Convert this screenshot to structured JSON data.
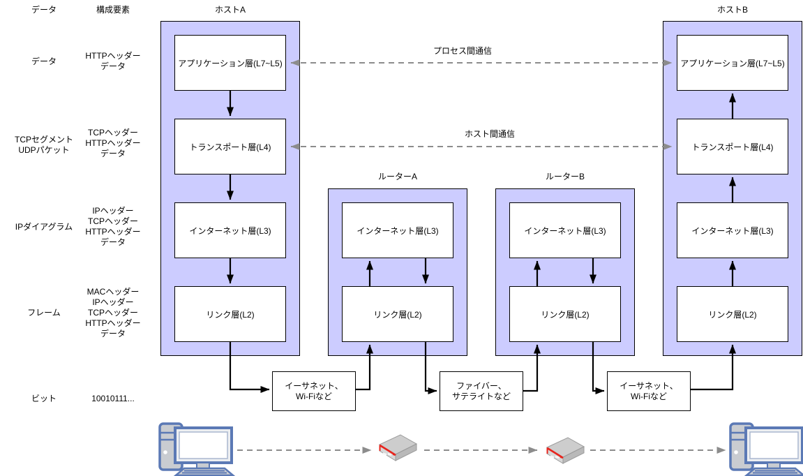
{
  "headers": {
    "data": "データ",
    "components": "構成要素"
  },
  "rows": [
    {
      "data": [
        "データ"
      ],
      "components": [
        "HTTPヘッダー",
        "データ"
      ]
    },
    {
      "data": [
        "TCPセグメント",
        "UDPパケット"
      ],
      "components": [
        "TCPヘッダー",
        "HTTPヘッダー",
        "データ"
      ]
    },
    {
      "data": [
        "IPダイアグラム"
      ],
      "components": [
        "IPヘッダー",
        "TCPヘッダー",
        "HTTPヘッダー",
        "データ"
      ]
    },
    {
      "data": [
        "フレーム"
      ],
      "components": [
        "MACヘッダー",
        "IPヘッダー",
        "TCPヘッダー",
        "HTTPヘッダー",
        "データ"
      ]
    },
    {
      "data": [
        "ビット"
      ],
      "components": [
        "10010111..."
      ]
    }
  ],
  "nodes": {
    "host_a": {
      "title": "ホストA",
      "layers": [
        "アプリケーション層(L7~L5)",
        "トランスポート層(L4)",
        "インターネット層(L3)",
        "リンク層(L2)"
      ]
    },
    "router_a": {
      "title": "ルーターA",
      "layers": [
        "インターネット層(L3)",
        "リンク層(L2)"
      ]
    },
    "router_b": {
      "title": "ルーターB",
      "layers": [
        "インターネット層(L3)",
        "リンク層(L2)"
      ]
    },
    "host_b": {
      "title": "ホストB",
      "layers": [
        "アプリケーション層(L7~L5)",
        "トランスポート層(L4)",
        "インターネット層(L3)",
        "リンク層(L2)"
      ]
    }
  },
  "links": {
    "process": "プロセス間通信",
    "host": "ホスト間通信"
  },
  "media": [
    {
      "lines": [
        "イーサネット、",
        "Wi-Fiなど"
      ]
    },
    {
      "lines": [
        "ファイバー、",
        "サテライトなど"
      ]
    },
    {
      "lines": [
        "イーサネット、",
        "Wi-Fiなど"
      ]
    }
  ],
  "colors": {
    "container_fill": "#ccccff",
    "box_border": "#000000",
    "solid_arrow": "#000000",
    "dashed_arrow": "#8c8c8c",
    "icon_blue": "#5b79b5",
    "icon_gray": "#c9ccd1",
    "router_red": "#e8241d"
  }
}
